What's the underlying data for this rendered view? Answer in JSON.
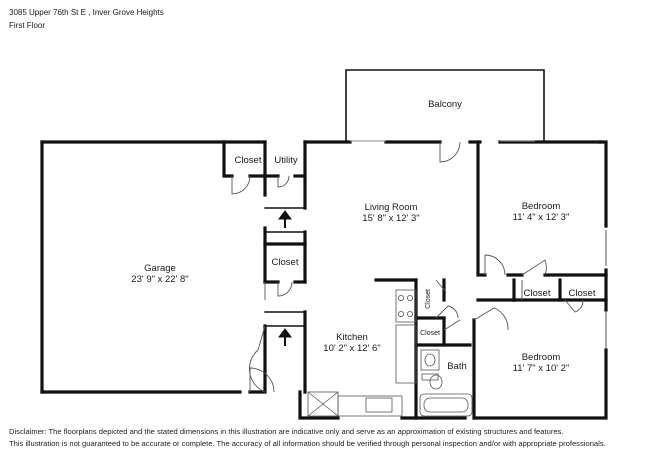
{
  "header": {
    "address": "3085 Upper 76th St E , Inver Grove Heights",
    "floor": "First Floor"
  },
  "rooms": {
    "balcony": {
      "name": "Balcony"
    },
    "closet_top": {
      "name": "Closet"
    },
    "utility": {
      "name": "Utility"
    },
    "living_room": {
      "name": "Living Room",
      "dims": "15' 8\" x 12' 3\""
    },
    "bedroom1": {
      "name": "Bedroom",
      "dims": "11' 4\" x 12' 3\""
    },
    "garage": {
      "name": "Garage",
      "dims": "23' 9\" x 22' 8\""
    },
    "closet_mid": {
      "name": "Closet"
    },
    "closet_kitchen": {
      "name": "Closet"
    },
    "closet_bed_a": {
      "name": "Closet"
    },
    "closet_bed_b": {
      "name": "Closet"
    },
    "closet_small": {
      "name": "Closet"
    },
    "kitchen": {
      "name": "Kitchen",
      "dims": "10' 2\" x 12' 6\""
    },
    "bath": {
      "name": "Bath"
    },
    "bedroom2": {
      "name": "Bedroom",
      "dims": "11' 7\" x 10' 2\""
    }
  },
  "disclaimer": {
    "line1": "Disclaimer: The floorplans depicted and the stated dimensions in this illustration are indicative only and serve as an approximation of existing structures and features.",
    "line2": "This illustration is not guaranteed to be accurate or complete. The accuracy of all information should be verified through personal inspection and/or with appropriate professionals."
  }
}
